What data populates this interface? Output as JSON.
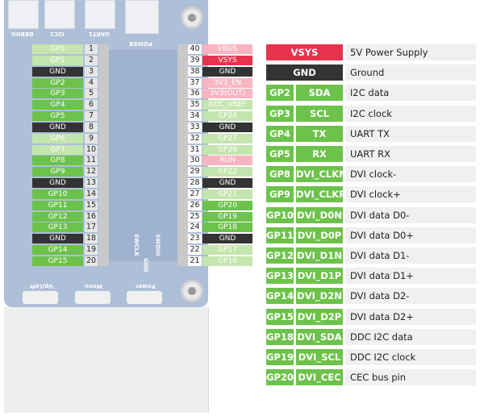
{
  "colors": {
    "gpio": "#6cc24a",
    "gpio_light": "#c4e5ae",
    "gnd": "#333333",
    "power": "#e8334f",
    "power_light": "#f7b4c1"
  },
  "board": {
    "connectors": [
      "DEBUG",
      "I2C1",
      "UART1",
      "POWER"
    ],
    "buttons": [
      "Up/Left",
      "Menu",
      "Power"
    ],
    "swd": [
      "SWCLK",
      "GND",
      "SWDIO"
    ]
  },
  "left_pins": [
    {
      "num": "1",
      "label": "GP0",
      "type": "gpio_light"
    },
    {
      "num": "2",
      "label": "GP1",
      "type": "gpio_light"
    },
    {
      "num": "3",
      "label": "GND",
      "type": "gnd"
    },
    {
      "num": "4",
      "label": "GP2",
      "type": "gpio"
    },
    {
      "num": "5",
      "label": "GP3",
      "type": "gpio"
    },
    {
      "num": "6",
      "label": "GP4",
      "type": "gpio"
    },
    {
      "num": "7",
      "label": "GP5",
      "type": "gpio"
    },
    {
      "num": "8",
      "label": "GND",
      "type": "gnd"
    },
    {
      "num": "9",
      "label": "GP6",
      "type": "gpio_light"
    },
    {
      "num": "10",
      "label": "GP7",
      "type": "gpio_light"
    },
    {
      "num": "11",
      "label": "GP8",
      "type": "gpio"
    },
    {
      "num": "12",
      "label": "GP9",
      "type": "gpio"
    },
    {
      "num": "13",
      "label": "GND",
      "type": "gnd"
    },
    {
      "num": "14",
      "label": "GP10",
      "type": "gpio"
    },
    {
      "num": "15",
      "label": "GP11",
      "type": "gpio"
    },
    {
      "num": "16",
      "label": "GP12",
      "type": "gpio"
    },
    {
      "num": "17",
      "label": "GP13",
      "type": "gpio"
    },
    {
      "num": "18",
      "label": "GND",
      "type": "gnd"
    },
    {
      "num": "19",
      "label": "GP14",
      "type": "gpio"
    },
    {
      "num": "20",
      "label": "GP15",
      "type": "gpio"
    }
  ],
  "right_pins": [
    {
      "num": "40",
      "label": "VBUS",
      "type": "power_light"
    },
    {
      "num": "39",
      "label": "VSYS",
      "type": "power"
    },
    {
      "num": "38",
      "label": "GND",
      "type": "gnd"
    },
    {
      "num": "37",
      "label": "3V3_EN",
      "type": "power_light"
    },
    {
      "num": "36",
      "label": "3V3(OUT)",
      "type": "power_light"
    },
    {
      "num": "35",
      "label": "ADC_VREF",
      "type": "gpio_light"
    },
    {
      "num": "34",
      "label": "GP28",
      "type": "gpio_light"
    },
    {
      "num": "33",
      "label": "GND",
      "type": "gnd"
    },
    {
      "num": "32",
      "label": "GP27",
      "type": "gpio_light"
    },
    {
      "num": "31",
      "label": "GP26",
      "type": "gpio_light"
    },
    {
      "num": "30",
      "label": "RUN",
      "type": "power_light"
    },
    {
      "num": "29",
      "label": "GP22",
      "type": "gpio_light"
    },
    {
      "num": "28",
      "label": "GND",
      "type": "gnd"
    },
    {
      "num": "27",
      "label": "GP21",
      "type": "gpio_light"
    },
    {
      "num": "26",
      "label": "GP20",
      "type": "gpio"
    },
    {
      "num": "25",
      "label": "GP19",
      "type": "gpio"
    },
    {
      "num": "24",
      "label": "GP18",
      "type": "gpio"
    },
    {
      "num": "23",
      "label": "GND",
      "type": "gnd"
    },
    {
      "num": "22",
      "label": "GP17",
      "type": "gpio_light"
    },
    {
      "num": "21",
      "label": "GP16",
      "type": "gpio_light"
    }
  ],
  "legend": [
    {
      "pin": "VSYS",
      "type": "power",
      "desc": "5V Power Supply"
    },
    {
      "pin": "GND",
      "type": "gnd",
      "desc": "Ground"
    },
    {
      "gp": "GP2",
      "func": "SDA",
      "desc": "I2C data"
    },
    {
      "gp": "GP3",
      "func": "SCL",
      "desc": "I2C clock"
    },
    {
      "gp": "GP4",
      "func": "TX",
      "desc": "UART TX"
    },
    {
      "gp": "GP5",
      "func": "RX",
      "desc": "UART RX"
    },
    {
      "gp": "GP8",
      "func": "DVI_CLKN",
      "desc": "DVI clock-"
    },
    {
      "gp": "GP9",
      "func": "DVI_CLKP",
      "desc": "DVI clock+"
    },
    {
      "gp": "GP10",
      "func": "DVI_D0N",
      "desc": "DVI data D0-"
    },
    {
      "gp": "GP11",
      "func": "DVI_D0P",
      "desc": "DVI data D0+"
    },
    {
      "gp": "GP12",
      "func": "DVI_D1N",
      "desc": "DVI data D1-"
    },
    {
      "gp": "GP13",
      "func": "DVI_D1P",
      "desc": "DVI data D1+"
    },
    {
      "gp": "GP14",
      "func": "DVI_D2N",
      "desc": "DVI data D2-"
    },
    {
      "gp": "GP15",
      "func": "DVI_D2P",
      "desc": "DVI data D2+"
    },
    {
      "gp": "GP18",
      "func": "DVI_SDA",
      "desc": "DDC I2C data"
    },
    {
      "gp": "GP19",
      "func": "DVI_SCL",
      "desc": "DDC I2C clock"
    },
    {
      "gp": "GP20",
      "func": "DVI_CEC",
      "desc": "CEC bus pin"
    }
  ]
}
